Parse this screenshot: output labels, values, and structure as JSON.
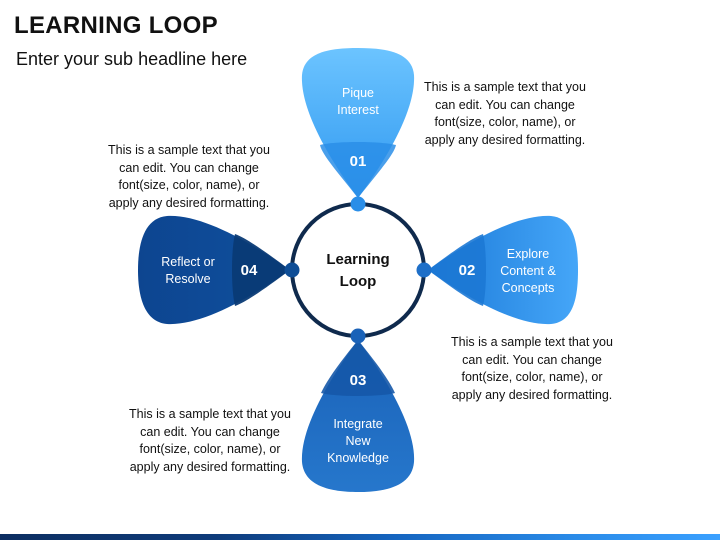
{
  "header": {
    "title": "LEARNING LOOP",
    "subtitle": "Enter your sub headline here"
  },
  "center": {
    "line1": "Learning",
    "line2": "Loop"
  },
  "petals": [
    {
      "number": "01",
      "label_lines": [
        "Pique",
        "Interest"
      ],
      "color_light": "#5ab8ff",
      "color_dark": "#2a8ee8"
    },
    {
      "number": "02",
      "label_lines": [
        "Explore",
        "Content &",
        "Concepts"
      ],
      "color_light": "#3d9cf5",
      "color_dark": "#1f7fdc"
    },
    {
      "number": "03",
      "label_lines": [
        "Integrate",
        "New",
        "Knowledge"
      ],
      "color_light": "#1f74cc",
      "color_dark": "#1558a8"
    },
    {
      "number": "04",
      "label_lines": [
        "Reflect or",
        "Resolve"
      ],
      "color_light": "#0e4d96",
      "color_dark": "#0a3a75"
    }
  ],
  "descriptions": [
    {
      "lines": [
        "This is a sample text that you",
        "can edit. You can change",
        "font(size, color, name), or",
        "apply any desired formatting."
      ]
    },
    {
      "lines": [
        "This is a sample text that you",
        "can edit. You can change",
        "font(size, color, name), or",
        "apply any desired formatting."
      ]
    },
    {
      "lines": [
        "This is a sample text that you",
        "can edit. You can change",
        "font(size, color, name), or",
        "apply any desired formatting."
      ]
    },
    {
      "lines": [
        "This is a sample text that you",
        "can edit. You can change",
        "font(size, color, name), or",
        "apply any desired formatting."
      ]
    }
  ],
  "colors": {
    "ring": "#0f2a4d",
    "dot": "#1e6fc8",
    "text_dark": "#111111",
    "text_light": "#ffffff"
  }
}
